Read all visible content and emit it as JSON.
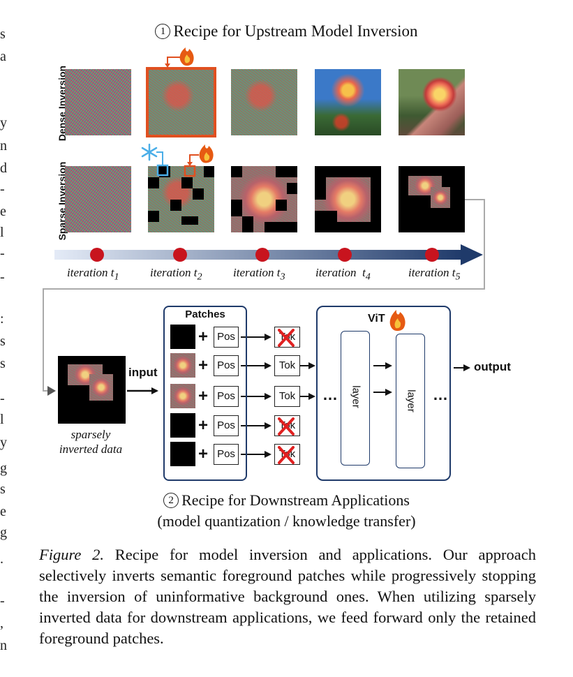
{
  "edge_text_left": [
    "s",
    "a",
    "y",
    "n",
    "d",
    "-",
    "e",
    "l",
    "-",
    "-",
    ":",
    "s",
    "s",
    "-",
    "l",
    "y",
    "g",
    "s",
    "e",
    "g",
    ".",
    "-",
    ",",
    "n"
  ],
  "figure": {
    "top_title_num": "1",
    "top_title": "Recipe for Upstream Model Inversion",
    "row_label_dense": "Dense Inversion",
    "row_label_sparse": "Sparse Inversion",
    "iterations": [
      {
        "label": "iteration t",
        "sub": "1"
      },
      {
        "label": "iteration t",
        "sub": "2"
      },
      {
        "label": "iteration t",
        "sub": "3"
      },
      {
        "label": "iteration",
        "sub": "4",
        "spaced": "t"
      },
      {
        "label": "iteration t",
        "sub": "5"
      }
    ],
    "patches_title": "Patches",
    "pos_label": "Pos",
    "tok_label": "Tok",
    "input_label": "input",
    "output_label": "output",
    "vit_label": "ViT",
    "layer_label": "layer",
    "ellipsis": "…",
    "sparse_caption_line1": "sparsely",
    "sparse_caption_line2": "inverted data",
    "bottom_title_num": "2",
    "bottom_title_line1": "Recipe for Downstream Applications",
    "bottom_title_line2": "(model quantization / knowledge transfer)",
    "colors": {
      "fire": "#e65a12",
      "snow": "#4aaee8",
      "dot": "#c8141e",
      "arrow_dark": "#1f3a6a",
      "arrow_light": "#dfe8f6",
      "frame": "#e05020",
      "cross": "#e02020"
    },
    "icons": [
      "fire-icon",
      "snowflake-icon"
    ]
  },
  "caption": {
    "label": "Figure 2.",
    "text": "Recipe for model inversion and applications. Our approach selectively inverts semantic foreground patches while progressively stopping the inversion of uninformative background ones. When utilizing sparsely inverted data for downstream applications, we feed forward only the retained foreground patches."
  }
}
